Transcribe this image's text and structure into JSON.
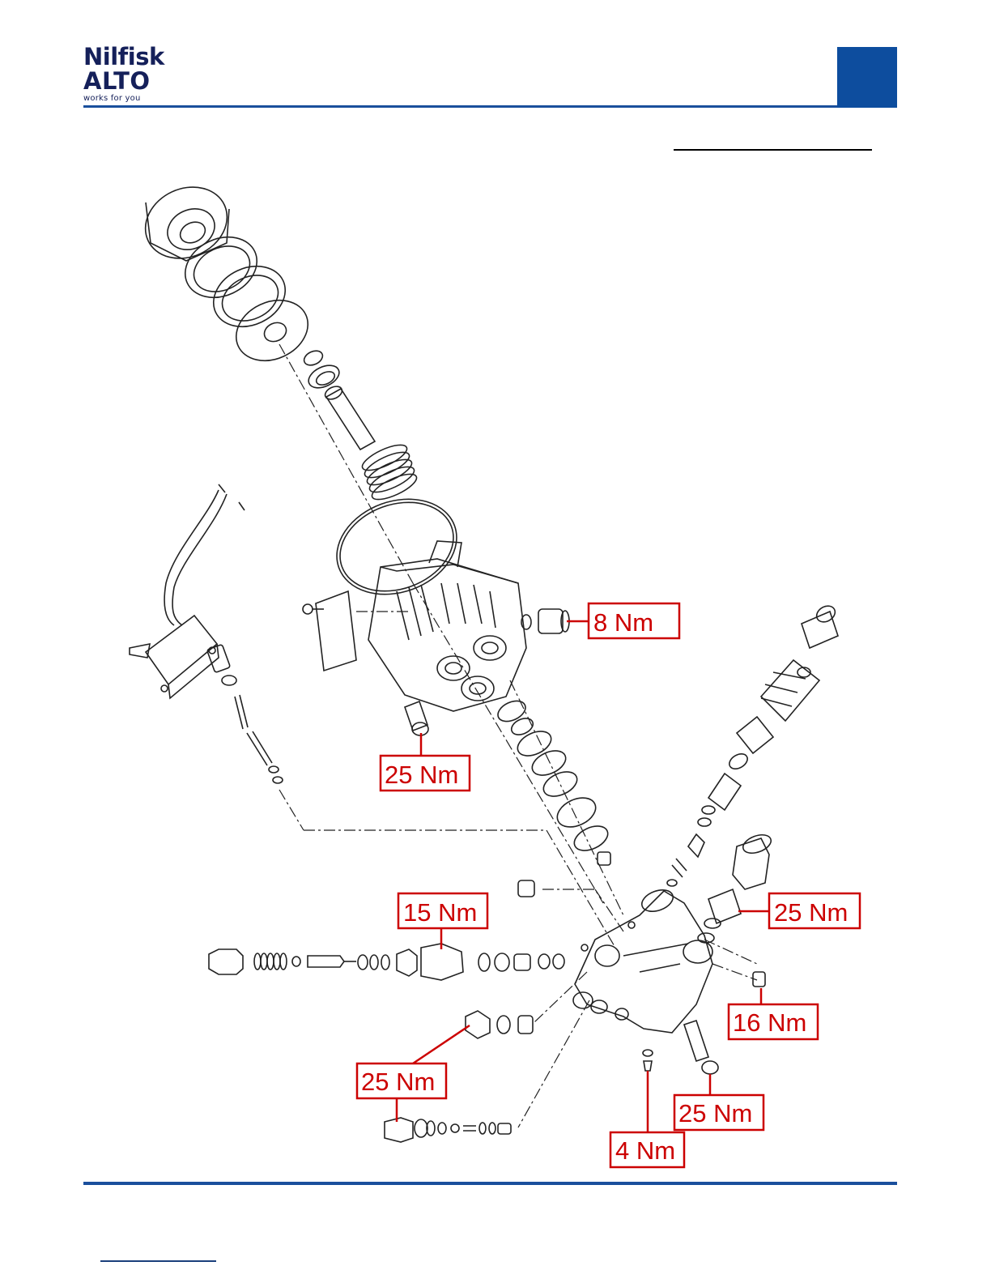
{
  "brand": {
    "line1": "Nilfisk",
    "line2": "ALTO",
    "tagline": "works for you",
    "color": "#15205a"
  },
  "colors": {
    "accent_blue": "#0d4d9e",
    "callout_red": "#cc0000",
    "drawing": "#222222"
  },
  "torque_labels": [
    {
      "id": "t1",
      "text": "8 Nm"
    },
    {
      "id": "t2",
      "text": "25 Nm"
    },
    {
      "id": "t3",
      "text": "15 Nm"
    },
    {
      "id": "t4",
      "text": "25 Nm"
    },
    {
      "id": "t5",
      "text": "16 Nm"
    },
    {
      "id": "t6",
      "text": "25 Nm"
    },
    {
      "id": "t7",
      "text": "25 Nm"
    },
    {
      "id": "t8",
      "text": "4 Nm"
    }
  ]
}
